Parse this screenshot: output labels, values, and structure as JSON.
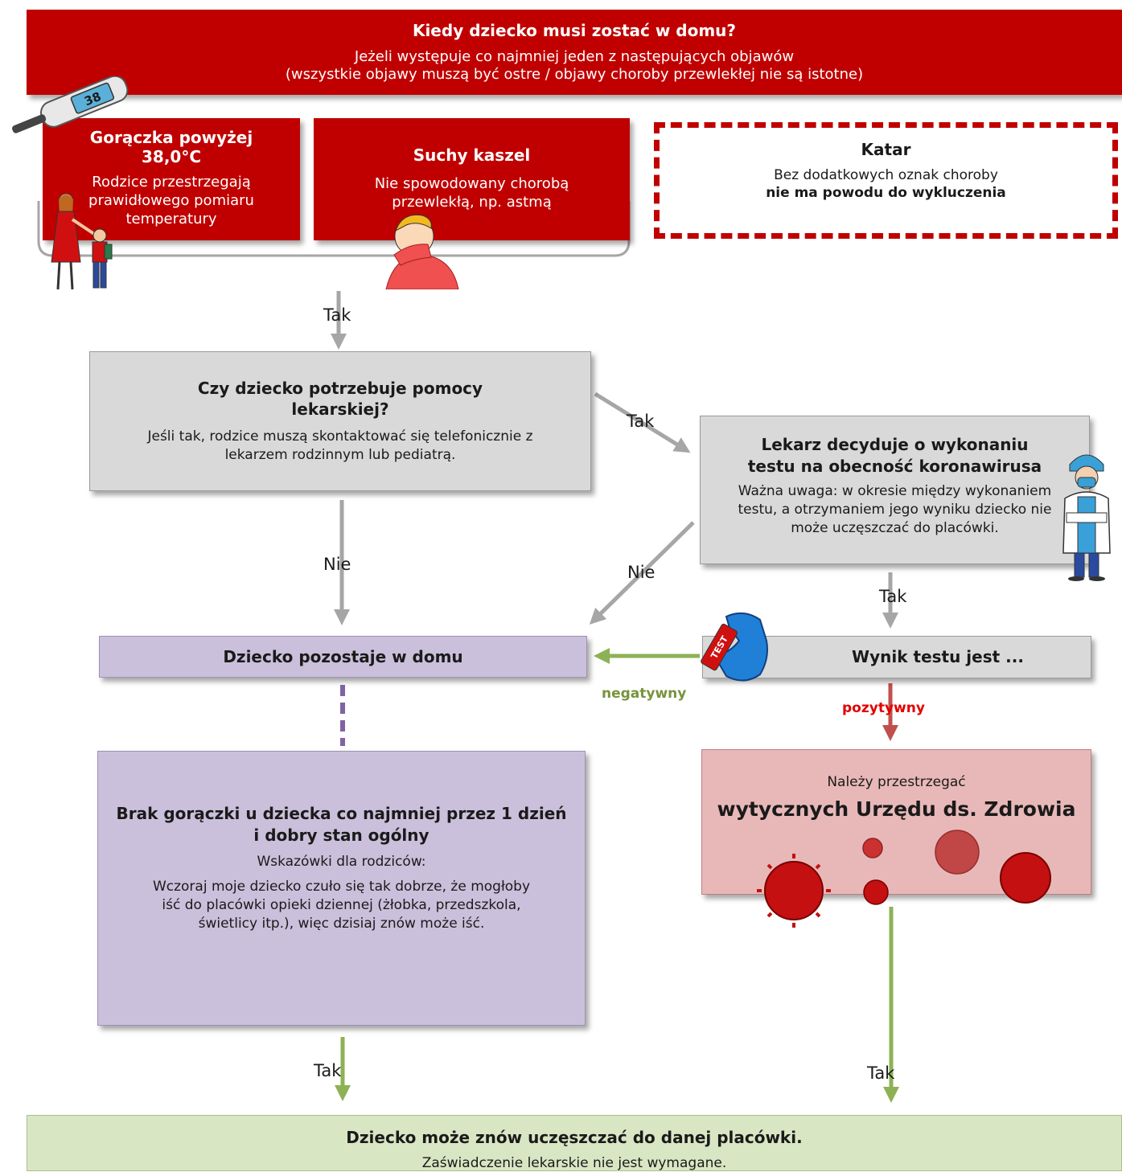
{
  "header": {
    "title": "Kiedy dziecko musi zostać w domu?",
    "line1": "Jeżeli występuje co najmniej jeden z następujących objawów",
    "line2": "(wszystkie objawy muszą być ostre / objawy choroby przewlekłej nie są istotne)"
  },
  "fever": {
    "title1": "Gorączka powyżej",
    "title2": "38,0°C",
    "text1": "Rodzice przestrzegają",
    "text2": "prawidłowego pomiaru",
    "text3": "temperatury",
    "thermometer": "38"
  },
  "cough": {
    "title": "Suchy kaszel",
    "text1": "Nie spowodowany chorobą",
    "text2": "przewlekłą, np. astmą"
  },
  "katar": {
    "title": "Katar",
    "text1": "Bez dodatkowych oznak choroby",
    "text2": "nie ma powodu do wykluczenia"
  },
  "doctor_q": {
    "title1": "Czy dziecko potrzebuje pomocy",
    "title2": "lekarskiej?",
    "text1": "Jeśli tak, rodzice muszą skontaktować się telefonicznie z",
    "text2": "lekarzem rodzinnym lub pediatrą."
  },
  "test_decision": {
    "title1": "Lekarz decyduje o wykonaniu",
    "title2": "testu na obecność koronawirusa",
    "text1": "Ważna uwaga: w okresie między wykonaniem",
    "text2": "testu, a otrzymaniem jego wyniku dziecko nie",
    "text3": "może uczęszczać do placówki."
  },
  "stay_home": {
    "title": "Dziecko pozostaje w domu"
  },
  "result": {
    "title": "Wynik testu jest ...",
    "test_label": "TEST"
  },
  "no_fever": {
    "title1": "Brak gorączki u dziecka co najmniej przez 1 dzień",
    "title2": "i dobry stan ogólny",
    "sub": "Wskazówki dla rodziców:",
    "text1": "Wczoraj moje dziecko czuło się tak dobrze, że mogłoby",
    "text2": "iść do placówki opieki dziennej (żłobka, przedszkola,",
    "text3": "świetlicy itp.), więc dzisiaj znów może iść."
  },
  "guidelines": {
    "text": "Należy przestrzegać",
    "title": "wytycznych Urzędu ds. Zdrowia"
  },
  "footer": {
    "title": "Dziecko może znów uczęszczać do danej placówki.",
    "text": "Zaświadczenie lekarskie nie jest wymagane."
  },
  "labels": {
    "yes1": "Tak",
    "yes2": "Tak",
    "yes3": "Tak",
    "yes4": "Tak",
    "yes5": "Tak",
    "no1": "Nie",
    "no2": "Nie",
    "negative": "negatywny",
    "positive": "pozytywny"
  },
  "colors": {
    "red": "#c00000",
    "grey_box": "#d9d9d9",
    "purple_box": "#cbc0db",
    "pink_box": "#e8b8b8",
    "green_box": "#d9e6c4",
    "green_arrow": "#8db255",
    "red_arrow": "#c0504d",
    "grey_arrow": "#a6a6a6",
    "purple_dash": "#8064a2",
    "negative_text": "#77933c",
    "positive_text": "#e00000"
  }
}
